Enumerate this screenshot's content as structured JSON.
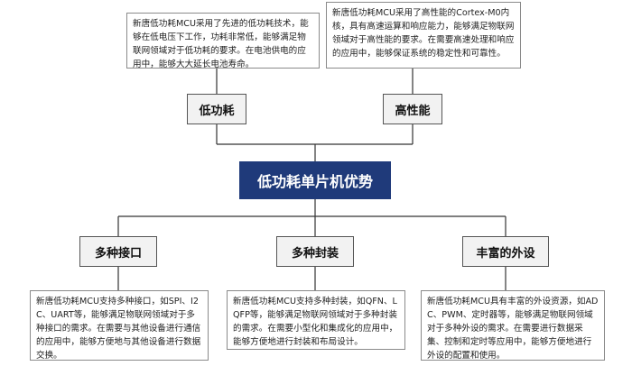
{
  "central": {
    "label": "低功耗单片机优势"
  },
  "top_nodes": [
    {
      "label": "低功耗",
      "desc": "新唐低功耗MCU采用了先进的低功耗技术，能够在低电压下工作，功耗非常低，能够满足物联网领域对于低功耗的要求。在电池供电的应用中，能够大大延长电池寿命。"
    },
    {
      "label": "高性能",
      "desc": "新唐低功耗MCU采用了高性能的Cortex-M0内核，具有高速运算和响应能力，能够满足物联网领域对于高性能的要求。在需要高速处理和响应的应用中，能够保证系统的稳定性和可靠性。"
    }
  ],
  "bottom_nodes": [
    {
      "label": "多种接口",
      "desc": "新唐低功耗MCU支持多种接口，如SPI、I2C、UART等，能够满足物联网领域对于多种接口的需求。在需要与其他设备进行通信的应用中，能够方便地与其他设备进行数据交换。"
    },
    {
      "label": "多种封装",
      "desc": "新唐低功耗MCU支持多种封装，如QFN、LQFP等，能够满足物联网领域对于多种封装的需求。在需要小型化和集成化的应用中，能够方便地进行封装和布局设计。"
    },
    {
      "label": "丰富的外设",
      "desc": "新唐低功耗MCU具有丰富的外设资源，如ADC、PWM、定时器等，能够满足物联网领域对于多种外设的需求。在需要进行数据采集、控制和定时等应用中，能够方便地进行外设的配置和使用。"
    }
  ]
}
